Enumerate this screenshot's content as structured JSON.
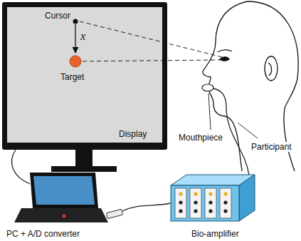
{
  "diagram": {
    "labels": [
      "Cursor",
      "x",
      "Target",
      "Display",
      "Mouthpiece",
      "Participant",
      "PC + A/D converter",
      "Bio-amplifier"
    ]
  }
}
